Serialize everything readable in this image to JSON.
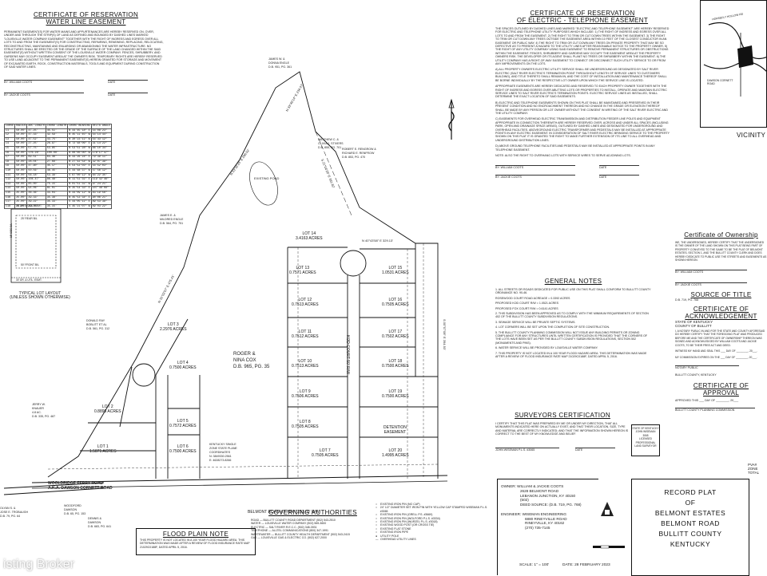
{
  "water_easement": {
    "title_line1": "CERTIFICATE OF RESERVATION",
    "title_line2": "WATER LINE EASEMENT",
    "body": "PERMANENT EASEMENT(S) FOR WATER MAINS AND APPURTENANCES ARE HEREBY RESERVED ON, OVER, UNDER AND THROUGH THE STRIP(S) OF LAND AS DEFINED AND BOUNDED BY DASHED LINES MARKED \"LOUISVILLE WATER COMPANY EASEMENT\" TOGETHER WITH THE RIGHT OF INGRESS AND EGRESS OVER ALL LOTS TO AND FROM THE EASEMENT(S) FOR CONSTRUCTING, REPAIRING, RENEWING, REPLACING, RELOCATING, RECONSTRUCTING, MAINTAINING AND ENLARGING OR ABANDONING THE WATER INFRASTRUCTURE. NO STRUCTURES SHALL BE ERECTED OR THE GRADE OF THE SURFACE OF THE LAND CHANGED WITHIN THE SAID EASEMENT(S) WITHOUT WRITTEN CONSENT OF THE LOUISVILLE WATER COMPANY. FENCES, SHRUBBERY, AND GARDENS MAY OCCUPY EASEMENT AREA AT THE OWNER'S RISK. TEMPORARY RIGHTS ARE HEREBY RESERVED TO USE LAND ADJACENT TO THE PERMANENT EASEMENT(S) HEREIN GRANTED FOR STORAGE AND MOVEMENT OF EXCAVATED EARTH, ROCK, CONSTRUCTION MATERIALS, TOOLS AND EQUIPMENT DURING CONSTRUCTION OF SAID WATER LINES.",
    "sig1": "BY: WILLIAM COOTS",
    "sig2": "BY: JACKIE COOTS",
    "date_label": "DATE"
  },
  "curve_table": {
    "headers": [
      "CURVE",
      "RADIUS",
      "ARC LENGTH",
      "CHORD LENGTH",
      "CHORD BEARING",
      "DELTA ANGLE"
    ],
    "rows": [
      [
        "C1",
        "50.00'",
        "47.25'",
        "45.51'",
        "N 44°45'18\" E",
        "54°08'23\""
      ],
      [
        "C2",
        "50.00'",
        "47.33'",
        "42.59'",
        "N 45°11'45\" W",
        "54°14'44\""
      ],
      [
        "C3",
        "50.00'",
        "47.52'",
        "43.75'",
        "N 30°23'11\" W",
        "54°43'12\""
      ],
      [
        "C4",
        "50.00'",
        "27.25'",
        "26.97'",
        "N 72°48'06\" E",
        "31°14'22\""
      ],
      [
        "C5",
        "50.00'",
        "57.75'",
        "53.85'",
        "N 53°51'28\" W",
        "66°10'34\""
      ],
      [
        "C6",
        "50.00'",
        "176.28'",
        "100.00'",
        "N 00°00'00\" W",
        "178°17'47\""
      ],
      [
        "C7",
        "50.00'",
        "69.51'",
        "64.46'",
        "N 43°26'24\" E",
        "79°39'11\""
      ],
      [
        "C8",
        "50.00'",
        "28.04'",
        "27.68'",
        "N 27°42'54\" W",
        "32°07'39\""
      ],
      [
        "C9",
        "50.00'",
        "47.90'",
        "45.17'",
        "S 54°52'03\" E",
        "54°52'03\""
      ],
      [
        "C10",
        "50.00'",
        "50.56'",
        "48.45'",
        "S 44°48'37\" W",
        "57°56'12\""
      ],
      [
        "C11",
        "50.00'",
        "56.18'",
        "53.39'",
        "S 67°00'12\" W",
        "64°22'35\""
      ],
      [
        "C12",
        "50.00'",
        "104.47'",
        "86.48'",
        "N 11°51'31\" E",
        "119°42'46\""
      ],
      [
        "C13",
        "50.00'",
        "85.00'",
        "75.15'",
        "N 01°51'31\" W",
        "97°24'21\""
      ],
      [
        "C14",
        "50.00'",
        "94.06'",
        "81.01'",
        "N 35°54'33\" E",
        "107°46'08\""
      ],
      [
        "C15",
        "25.00'",
        "36.36'",
        "33.04'",
        "N 44°09'12\" W",
        "83°19'56\""
      ],
      [
        "C16",
        "25.00'",
        "39.33'",
        "35.38'",
        "N 45°53'34\" E",
        "90°06'21\""
      ],
      [
        "C17",
        "25.00'",
        "39.22'",
        "35.33'",
        "S 44°05'11\" E",
        "89°53'39\""
      ],
      [
        "C18",
        "25.00'",
        "39.05'",
        "35.15'",
        "S 45°21'07\" W",
        "89°03'22\""
      ]
    ]
  },
  "typical_lot": {
    "caption_line1": "TYPICAL LOT LAYOUT",
    "caption_line2": "(UNLESS SHOWN OTHERWISE)",
    "top_label": "15' DR. & UTIL. ESMT.",
    "rear_label": "25' REAR B/L",
    "side_label": "15' SIDE B/L",
    "front_label": "50' FRONT B/L",
    "bottom_label": "30' DR. & UTIL. ESMT."
  },
  "electric_easement": {
    "title_line1": "CERTIFICATE OF RESERVATION",
    "title_line2": "OF ELECTRIC - TELEPHONE EASEMENT",
    "para1": "THE SPACES OUTLINED BY DASHED LINES AND MARKED \"ELECTRIC AND TELEPHONE EASEMENT\" ARE HEREBY RESERVED FOR ELECTRIC AND TELEPHONE UTILITY PURPOSES WHICH INCLUDE: 1) THE RIGHT OF INGRESS AND EGRESS OVER ALL LOTS TO AND FROM THE EASEMENT. 2) THE RIGHT TO TRIM OR CUT DOWN TREES WITHIN THE EASEMENT. 3) THE RIGHT TO TRIM OR CUT DOWN ANY TREES OUTSIDE THE EASEMENT AREA WITHIN 10 FEET OF THE CLOSEST CONDUCTOR IN AN EASEMENT OR PUBLIC WAY. 4) THE RIGHT TO TRIM OR CUT DOWN ANY TREES ON PRIVATE PROPERTY THAT MAY BE SO DEFECTIVE AS TO PRESENT A HAZARD TO THE UTILITY LINES AFTER REASONABLE NOTICE TO THE PROPERTY OWNER. 5) THE RIGHT OF ANY UTILITY COMPANY USING SAID EASEMENT TO REMOVE PERMANENT STRUCTURES OR OBSTRUCTIONS WITHIN THE EASEMENT. FENCES, SHRUBBERY AND GARDENS MAY OCCUPY THE EASEMENT AREA AT THE PROPERTY OWNERS RISK. THE DEVELOPER OR ITS AGENT SHALL PLANT NO TREES OR SHRUBBERY WITHIN THE EASEMENT. 6) THE UTILITY COMPANY HAS A RIGHT-OF-WAY EASEMENT TO CONNECT OR DISCONNECT SUCH UTILITY SERVICE TO OR FROM ANY IMPROVEMENTS ON THE LOTS.",
    "para2": "A) ALL PROPERTY OWNER'S ELECTRIC UTILITY SERVICE SHALL BE UNDERGROUND AS DESIGNATED BY SALT RIVER ELECTRIC (SALT RIVER ELECTRIC'S TERMINATION POINT THROUGHOUT LENGTH OF SERVICE LINES TO CUSTOMERS BUILDING), AND TITLE THERETO SHALL REMAIN IN, AND THE COST OF INSTALLATION AND MAINTENANCE THEREOF SHALL BE BORNE INDIVIDUALLY BY THE RESPECTIVE LOT OWNER UPON WHICH THE SERVICE LINE IS LOCATED.",
    "para3": "APPROPRIATE EASEMENTS ARE HEREBY DEDICATED AND RESERVED TO EACH PROPERTY OWNER TOGETHER WITH THE RIGHT OF INGRESS AND EGRESS OVER ABUTTING LOTS OR PROPERTIES TO INSTALL, OPERATE AND MAINTAIN ELECTRIC SERVICE LINES TO SALT RIVER ELECTRIC'S TERMINATION POINTS. ELECTRIC SERVICE LINES AS INSTALLED, SHALL DETERMINE THE EXACT LOCATION OF SAID EASEMENTS.",
    "para4": "B) ELECTRIC AND TELEPHONE EASEMENTS SHOWN ON THIS PLAT SHALL BE MAINTAINED AND PRESERVED IN THEIR PRESENT CONDITION AND NO ENCROACHMENT THEREON AND NO CHANGE IN THE GRADE OR ELEVATION THEREOF SHALL BE MADE BY ANY PERSON OR LOT OWNER WITHOUT THE CONSENT IN WRITING OF THE SALT RIVER ELECTRIC AND THE UTILITY COMPANY.",
    "para5": "C) EASEMENTS FOR OVERHEAD ELECTRIC TRANSMISSION AND DISTRIBUTION FEEDER LINE POLES AND EQUIPMENT APPROPRIATE IN CONNECTION THEREWITH ARE HEREBY RESERVED OVER, ACROSS AND UNDER ALL SPACES (INCLUDING PARK, OPEN AND DRAINAGE SPACE AREAS), OUTLINED BY DASHED LINES AND DESIGNATED FOR UNDERGROUND AND OVERHEAD FACILITIES. ABOVEGROUND ELECTRIC TRANSFORMER AND PEDESTALS MAY BE INSTALLED AT APPROPRIATE POINTS IN ANY ELECTRIC EASEMENT. IN CONSIDERATION OF SALT RIVER ELECTRIC BRINGING SERVICE TO THE PROPERTY SHOWN ON THIS PLAT IT IS GRANTED THE RIGHT TO MAKE FURTHER EXTENSION OF ITS LINE TO ALL OVERHEAD AND UNDERGROUND DISTRIBUTION LINES.",
    "para6": "D) ABOVE GROUND TELEPHONE FACILITIES AND PEDESTALS MAY BE INSTALLED AT APPROPRIATE POINTS IN ANY TELEPHONE EASEMENT.",
    "note": "NOTE: ALSO THE RIGHT TO OVERHANG LOTS WITH SERVICE WIRES TO SERVE ADJOINING LOTS.",
    "sig1": "BY: WILLIAM COOTS",
    "sig2": "BY: JACKIE COOTS",
    "date_label": "DATE"
  },
  "general_notes": {
    "title": "GENERAL NOTES",
    "items": [
      "1. ALL STREETS OR ROADS DEDICATED FOR PUBLIC USE ON THIS PLAT SHALL CONFORM TO BULLITT COUNTY ORDINANCE NO. 90-46.",
      "ROSEWOOD COURT ROAD ACREAGE = 0.3392 ACRES",
      "PROPOSED KOD COURT R/W = 1.0521 ACRES",
      "PROPOSED FOX COURT R/W = 0.6141 ACRES",
      "2. THIS SUBDIVISION HAS BEEN APPROVED AS TO COMPLY WITH THE MINIMUM REQUIREMENTS OF SECTION 402 OF THE BULLITT COUNTY SUBDIVISION REGULATIONS.",
      "3. SEWAGE SERVICE WILL BE PRIVATE SEPTIC SYSTEMS.",
      "4. LOT CORNERS WILL BE SET UPON THE COMPLETION OF SITE CONSTRUCTION.",
      "5. THE BULLITT COUNTY PLANNING COMMISSION WILL NOT ISSUE ANY BUILDING PERMITS OR ZONING COMPLIANCE FOR ANY STRUCTURES UNTIL WRITTEN CERTIFICATION IS PROVIDED THAT THE CORNERS OF THE LOTS HAVE BEEN SET AS PER THE BULLITT COUNTY SUBDIVISION REGULATIONS, SECTION 502 (MONUMENTS AND PINS).",
      "6. WATER SERVICE WILL BE PROVIDED BY LOUISVILLE WATER COMPANY.",
      "7. THIS PROPERTY IS NOT LOCATED IN A 100 YEAR FLOOD HAZARD AREA. THIS DETERMINATION WAS MADE AFTER A REVIEW OF FLOOD INSURANCE RATE MAP 21029C0188F, DATED APRIL 5, 2016."
    ]
  },
  "surveyor_cert": {
    "title": "SURVEYORS CERTIFICATION",
    "body": "I CERTIFY THAT THIS PLAT WAS PREPARED BY ME OR UNDER MY DIRECTION, THAT ALL MONUMENTS INDICATED HERE ON ACTUALLY EXIST, AND THAT THEIR LOCATION, SIZE, TYPE AND MATERIAL ARE CORRECTLY INDICATED; AND THAT THE INFORMATION SHOWN HEREON IS CORRECT TO THE BEST OF MY KNOWLEDGE AND BELIEF.",
    "signer": "JOHN WISEMAN P.L.S. #3065",
    "date_label": "DATE",
    "seal_line1": "STATE OF KENTUCKY",
    "seal_line2": "JOHN WISEMAN",
    "seal_line3": "3065",
    "seal_line4": "LICENSED",
    "seal_line5": "PROFESSIONAL",
    "seal_line6": "LAND SURVEYOR"
  },
  "ownership_cert": {
    "title": "Certificate of Ownership",
    "body": "WE, THE UNDERSIGNED, HEREBY CERTIFY THAT THE UNDERSIGNED IS THE OWNER OF THE LAND SHOWN ON THIS PLAT BEING PART OF PROPERTY CONVEYED TO THE SAME TO BE THE PLAT OF BELMONT ESTATES, SECTION 1, AND THE BULLITT COUNTY CLERK AND DOES HEREBY DEDICATE TO PUBLIC USE THE STREETS AND EASEMENTS AS SHOWN HEREON.",
    "sig1": "BY: WILLIAM COOTS",
    "sig2": "BY: JACKIE COOTS",
    "title_cert_title": "SOURCE OF TITLE",
    "title_cert_line": "D.B. 719, PG. 768",
    "ack_title": "CERTIFICATE OF ACKNOWLEDGEMENT",
    "ack_state": "STATE OF KENTUCKY",
    "ack_county": "COUNTY OF BULLITT",
    "ack_body": "I, A NOTARY PUBLIC IN AND FOR THE STATE AND COUNTY AFORESAID DO HEREBY CERTIFY THAT THE FOREGOING PLAT WAS PRODUCED BEFORE ME AND THE CERTIFICATE OF OWNERSHIP THEREON WAS SIGNED AND ACKNOWLEDGED BY WILLIAM COOTS AND JACKIE COOTS, TO BE THEIR FREE ACT AND DEED.",
    "ack_witness": "WITNESS MY HAND AND SEAL THIS ___ DAY OF ________, 20___.",
    "ack_expires": "MY COMMISSION EXPIRES ON THE ___ DAY OF ________, 20___.",
    "ack_notary": "NOTARY PUBLIC",
    "ack_county_line": "BULLITT COUNTY, KENTUCKY",
    "approval_title": "CERTIFICATE OF APPROVAL",
    "approval_line": "APPROVED THIS ___ DAY OF ________, 20___",
    "approval_sig": "BULLITT COUNTY PLANNING COMMISSION"
  },
  "vicinity": {
    "label": "VICINITY",
    "road1": "HORSEFLY HOLLOW RD",
    "road2": "DAWSON CORNETT ROAD"
  },
  "flood_note": {
    "title": "FLOOD PLAIN NOTE",
    "body": "THIS PROPERTY IS NOT LOCATED IN A 100 YEAR FLOOD HAZARD AREA. THIS DETERMINATION WAS MADE AFTER A REVIEW OF FLOOD INSURANCE RATE MAP 21029C0188F, DATED APRIL 5, 2016."
  },
  "authorities": {
    "title": "GOVERNING AUTHORITIES",
    "items": [
      "ROAD — BULLITT COUNTY ROAD DEPARTMENT (502) 543-2510",
      "WATER — LOUISVILLE WATER COMPANY (502) 569-3600",
      "ELECTRIC — SALT RIVER R.E.C.C. (502) 348-3931",
      "TELEPHONE — ALLTEL COMMUNICATIONS (800) 347-1991",
      "WASTEWATER — BULLITT COUNTY HEALTH DEPARTMENT (502) 543-2415",
      "GAS — LOUISVILLE GAS & ELECTRIC CO. (502) 627-2000"
    ]
  },
  "legend": {
    "items": [
      "EXISTING IRON PIN (NO CAP)",
      "24\" 1/2\" DIAMETER SET IRON PIN WITH YELLOW CAP STAMPED WISEMAN P.L.S. #3065",
      "EXISTING IRON PIN (GRELL P.S. #3669)",
      "EXISTING IRON PIN (WOLFORD P.L.S. #3334)",
      "EXISTING IRON PIN (WURZEL P.L.S. #3018)",
      "EXISTING WOOD POST (OR CROSS TIE)",
      "EXISTING FLAT STONE",
      "EXISTING IRON PIPE",
      "UTILITY POLE",
      "OVERHEAD UTILITY LINES"
    ]
  },
  "owner_block": {
    "owner_label": "OWNER:",
    "owner_name": "WILLIAM & JACKIE COOTS",
    "owner_addr1": "2628 BELMONT ROAD",
    "owner_addr2": "LEBANON JUNCTION, KY 40150",
    "owner_phone": "(502)",
    "owner_deed": "DEED SOURCE: (D.B. 719, PG. 768)",
    "eng_label": "ENGINEER:",
    "eng_name": "WISEMAN ENGINEERING",
    "eng_addr1": "6880 RINEYVILLE ROAD",
    "eng_addr2": "RINEYVILLE, KY 40162",
    "eng_phone": "(270) 735-7145"
  },
  "title_block": {
    "line1": "RECORD PLAT",
    "line2": "OF",
    "line3": "BELMONT ESTATES",
    "line4": "BELMONT ROAD",
    "line5": "BULLITT COUNTY",
    "line6": "KENTUCKY",
    "scale": "SCALE: 1\" = 100'",
    "date": "DATE: 28 FEBRUARY 2023",
    "pva1": "PVA#",
    "pva2": "ZONE",
    "pva3": "TOTAL"
  },
  "plat": {
    "road_main": "BELMONT ROAD KY HWY 251 60' R/W",
    "road_side1": "WOOLDRIDGE FERRY ROAD",
    "road_side2": "A.K.A. DAWSON CORNETT ROAD",
    "court_name": "KOD COURT 50' R/W",
    "detention_line1": "DETENTION",
    "detention_line2": "EASEMENT",
    "existing_pond": "EXISTING POND",
    "neighbors": [
      "MATTHEW C. &",
      "OLIVIA J. STIVERS",
      "D.B. 855, PG. 701",
      "JAMES W. &",
      "DONNA ENGLE",
      "D.B. 951, PG. 361",
      "JAMES E. &",
      "MILDRED ENGLE",
      "D.B. 564, PG. 751",
      "ROBERT E. RENGROW &",
      "RICHARD E. RENFROW",
      "D.B. 853, PG. 470",
      "ROGER &",
      "NINA COX",
      "D.B. 965, PG. 35",
      "DONALD RAY",
      "BOBLITT ET AL",
      "D.B. 561, PG. 312",
      "JERRY W.",
      "KNAUER",
      "4.8 AC.",
      "D.B. 335, PG. 487",
      "OLYAN S. &",
      "JOSE E. TROBAUGH",
      "D.B. 79, PG. 64",
      "WOODFORD",
      "DAWSON",
      "D.B. 65, PG. 153",
      "DENNIS &",
      "DAWSON",
      "D.B. 683, PG. 641",
      "KENTUCKY SINGLE",
      "ZONE STATE PLANE",
      "COORDINATES",
      "N: 3849330.2561",
      "E: 4628273.8266"
    ],
    "lots": [
      {
        "name": "LOT 14",
        "acres": "3.4163 ACRES"
      },
      {
        "name": "LOT 13",
        "acres": "0.7571 ACRES"
      },
      {
        "name": "LOT 15",
        "acres": "1.0531 ACRES"
      },
      {
        "name": "LOT 12",
        "acres": "0.7513 ACRES"
      },
      {
        "name": "LOT 16",
        "acres": "0.7505 ACRES"
      },
      {
        "name": "LOT 11",
        "acres": "0.7512 ACRES"
      },
      {
        "name": "LOT 17",
        "acres": "0.7502 ACRES"
      },
      {
        "name": "LOT 10",
        "acres": "0.7513 ACRES"
      },
      {
        "name": "LOT 18",
        "acres": "0.7500 ACRES"
      },
      {
        "name": "LOT 9",
        "acres": "0.7506 ACRES"
      },
      {
        "name": "LOT 19",
        "acres": "0.7500 ACRES"
      },
      {
        "name": "LOT 8",
        "acres": "0.7505 ACRES"
      },
      {
        "name": "LOT 7",
        "acres": "0.7505 ACRES"
      },
      {
        "name": "LOT 20",
        "acres": "1.4995 ACRES"
      },
      {
        "name": "LOT 3",
        "acres": "2.2976 ACRES"
      },
      {
        "name": "LOT 4",
        "acres": "0.7500 ACRES"
      },
      {
        "name": "LOT 5",
        "acres": "0.7572 ACRES"
      },
      {
        "name": "LOT 2",
        "acres": "0.8895 ACRES"
      },
      {
        "name": "LOT 6",
        "acres": "0.7500 ACRES"
      },
      {
        "name": "LOT 1",
        "acres": "1.5871 ACRES"
      }
    ]
  },
  "watermark": "isting Broker"
}
